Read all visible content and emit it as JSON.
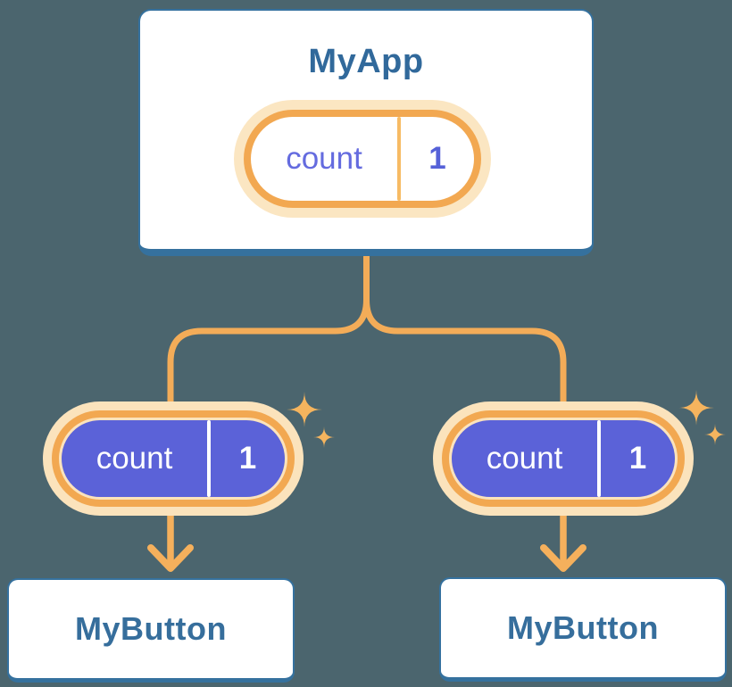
{
  "diagram": {
    "description": "React state tree: parent component holding state shared down to two child components",
    "root_card": {
      "title": "MyApp",
      "state_pill": {
        "label": "count",
        "value": "1"
      }
    },
    "child_cards": [
      {
        "title": "MyButton",
        "prop_pill": {
          "label": "count",
          "value": "1"
        }
      },
      {
        "title": "MyButton",
        "prop_pill": {
          "label": "count",
          "value": "1"
        }
      }
    ],
    "icons": {
      "sparkle": "sparkle-icon",
      "arrow": "arrow-down-icon"
    },
    "colors": {
      "background": "#4B656E",
      "card_background": "#FFFFFF",
      "card_border": "#35719E",
      "title_text": "#31699B",
      "pill_ring_orange": "#F2A851",
      "pill_halo_cream": "#FBE6C2",
      "pill_purple": "#5B62D8",
      "pill_purple_text": "#646BDF",
      "connector_orange": "#F3AC58",
      "sparkle_orange": "#F5B45E"
    }
  }
}
